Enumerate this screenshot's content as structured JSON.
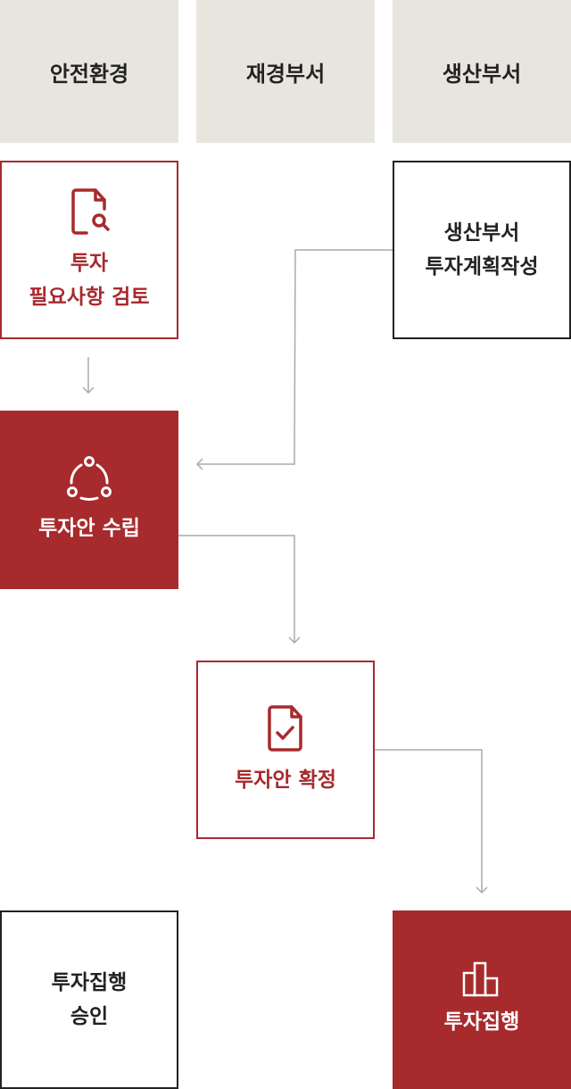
{
  "headers": [
    "안전환경",
    "재경부서",
    "생산부서"
  ],
  "steps": {
    "review": {
      "line1": "투자",
      "line2": "필요사항 검토",
      "icon": "document-search-icon"
    },
    "plan_write": {
      "line1": "생산부서",
      "line2": "투자계획작성"
    },
    "establish": {
      "label": "투자안 수립",
      "icon": "share-cycle-icon"
    },
    "confirm": {
      "label": "투자안 확정",
      "icon": "document-check-icon"
    },
    "approve": {
      "line1": "투자집행",
      "line2": "승인"
    },
    "execute": {
      "label": "투자집행",
      "icon": "bar-chart-icon"
    }
  },
  "colors": {
    "accent": "#a72a2d",
    "header_bg": "#e8e5df",
    "connector": "#aaaaaa"
  }
}
